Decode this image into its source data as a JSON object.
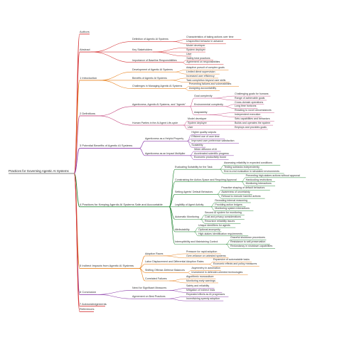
{
  "mindmap": {
    "root": "Practices for Governing Agentic AI Systems",
    "branches": [
      {
        "label": "Authors",
        "color": "#d6383a",
        "children": []
      },
      {
        "label": "Abstract",
        "color": "#d6383a",
        "children": [
          {
            "label": "Definition of Agentic AI Systems",
            "children": [
              "Characteristics of taking actions over time",
              "Unspecified behavior in advance"
            ]
          },
          {
            "label": "Key Stakeholders",
            "children": [
              "Model developer",
              "System deployer",
              "User"
            ]
          },
          {
            "label": "Importance of Baseline Responsibilities",
            "children": [
              "Safety best practices",
              "Agreement on responsibilities"
            ]
          }
        ]
      },
      {
        "label": "1 Introduction",
        "color": "#e8821e",
        "children": [
          {
            "label": "Development of Agentic AI Systems",
            "children": [
              "Adaptive pursuit of complex goals",
              "Limited direct supervision"
            ]
          },
          {
            "label": "Benefits of Agentic AI Systems",
            "children": [
              "Increased user efficiency",
              "Task completion beyond user skills"
            ]
          },
          {
            "label": "Challenges in Managing Agentic AI Systems",
            "children": [
              "Preventing failures and vulnerabilities",
              "Assigning accountability"
            ]
          }
        ]
      },
      {
        "label": "2 Definitions",
        "color": "#c4467e",
        "children": [
          {
            "label": "Agenticness, Agentic AI Systems, and \"Agents\"",
            "children": [
              "Goal complexity",
              "Environmental complexity",
              "Adaptability"
            ],
            "subchildren": {
              "Goal complexity": [
                "Challenging goals for humans",
                "Range of achievable goals"
              ],
              "Environmental complexity": [
                "Cross-domain operations",
                "Long time horizons"
              ],
              "Adaptability": [
                "Reacting to novel circumstances",
                "Independent execution"
              ]
            }
          },
          {
            "label": "Human Parties in the AI Agent Life-cycle",
            "children": [
              "Model developer",
              "System deployer",
              "User"
            ],
            "subchildren": {
              "Model developer": [
                "Sets capabilities and behaviors"
              ],
              "System deployer": [
                "Builds and operates the system"
              ],
              "User": [
                "Employs and provides goals"
              ]
            }
          }
        ]
      },
      {
        "label": "3 Potential Benefits of Agentic AI Systems",
        "color": "#8a3aa8",
        "children": [
          {
            "label": "Agenticness as a Helpful Property",
            "children": [
              "Higher quality outputs",
              "Efficient use of user time",
              "Improved user preference satisfaction",
              "Scalability"
            ]
          },
          {
            "label": "Agenticness as an Impact Multiplier",
            "children": [
              "Wider diffusion of AI",
              "Accelerated scientific progress",
              "Economic productivity boost"
            ]
          }
        ]
      },
      {
        "label": "4 Practices for Keeping Agentic AI Systems Safe and Accountable",
        "color": "#2c8a3c",
        "children": [
          {
            "label": "Evaluating Suitability for the Task",
            "children": [
              "Assessing reliability in expected conditions",
              "Testing subtasks independently",
              "End-to-end evaluation in simulated environments"
            ]
          },
          {
            "label": "Constraining the Action-Space and Requiring Approval",
            "children": [
              "Preventing high-stakes actions without approval",
              "Hardcoding restrictions",
              "Monitoring interactions"
            ]
          },
          {
            "label": "Setting Agents' Default Behaviors",
            "children": [
              "Proactive shaping of default behaviors",
              "Awareness of uncertainty",
              "Refusal to execute harmful actions"
            ]
          },
          {
            "label": "Legibility of Agent Activity",
            "children": [
              "Revealing internal reasoning",
              "Providing action ledgers",
              "Monitoring system interactions"
            ]
          },
          {
            "label": "Automatic Monitoring",
            "children": [
              "Second AI system for monitoring",
              "Cost and privacy considerations",
              "Recursive reliability issues"
            ]
          },
          {
            "label": "Attributability",
            "children": [
              "Unique identifiers for agents",
              "Optional anonymity",
              "High-stakes identification requirements"
            ]
          },
          {
            "label": "Interruptibility and Maintaining Control",
            "children": [
              "Graceful shutdown procedures",
              "Resistance to self-preservation",
              "Redundancy in shutdown capabilities"
            ]
          }
        ]
      },
      {
        "label": "5 Indirect Impacts from Agentic AI Systems",
        "color": "#e8821e",
        "children": [
          {
            "label": "Adoption Races",
            "children": [
              "Pressure for rapid adoption",
              "Over-reliance on untested systems"
            ]
          },
          {
            "label": "Labor Displacement and Differential Adoption Rates",
            "children": [
              "Expansion of automatable tasks",
              "Economic effects and policy measures"
            ]
          },
          {
            "label": "Shifting Offense-Defense Balances",
            "children": [
              "Asymmetry in automation",
              "Investment in defender-oriented technologies"
            ]
          },
          {
            "label": "Correlated Failures",
            "children": [
              "Algorithmic monoculture",
              "Monitoring early warnings"
            ]
          }
        ]
      },
      {
        "label": "6 Conclusion",
        "color": "#8a3aa8",
        "children": [
          {
            "label": "Need for Significant Measures",
            "children": [
              "Safety and reliability",
              "Mitigation of indirect risks"
            ]
          },
          {
            "label": "Agreement on Best Practices",
            "children": [
              "Repeated efforts as AI progresses",
              "Incentivizing speedy adoption"
            ]
          }
        ]
      },
      {
        "label": "7 Acknowledgements",
        "color": "#d6383a",
        "children": []
      },
      {
        "label": "References",
        "color": "#d6383a",
        "children": []
      }
    ]
  }
}
